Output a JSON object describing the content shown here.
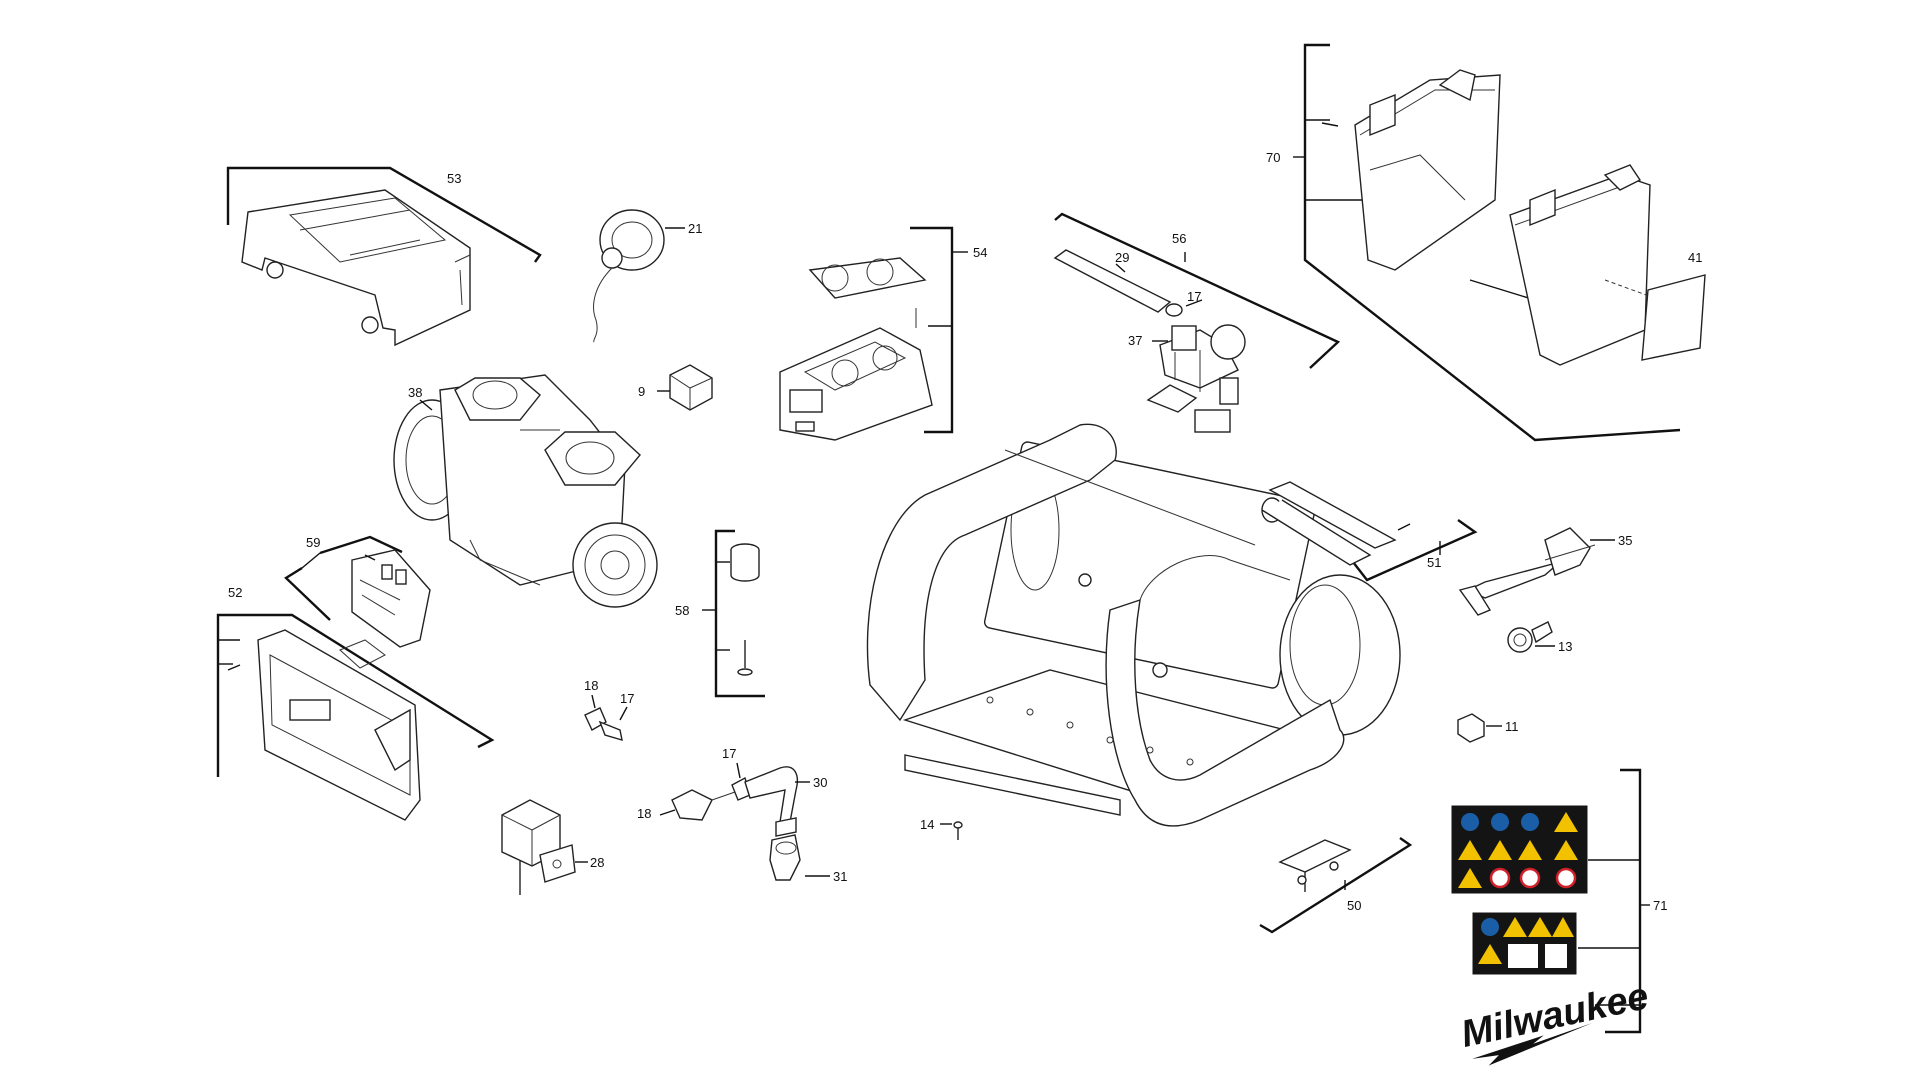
{
  "callouts": {
    "c53": "53",
    "c21": "21",
    "c54": "54",
    "c56": "56",
    "c29": "29",
    "c17a": "17",
    "c37": "37",
    "c70": "70",
    "c41": "41",
    "c9": "9",
    "c38": "38",
    "c59": "59",
    "c52": "52",
    "c58": "58",
    "c51": "51",
    "c35": "35",
    "c13": "13",
    "c11": "11",
    "c18a": "18",
    "c17b": "17",
    "c17c": "17",
    "c30": "30",
    "c18b": "18",
    "c14": "14",
    "c28": "28",
    "c31": "31",
    "c50": "50",
    "c71": "71"
  },
  "brand": {
    "logo_text": "Milwaukee"
  },
  "colors": {
    "line": "#111111",
    "label_yellow": "#f2c200",
    "label_blue": "#1a5ea8",
    "label_dark": "#141414",
    "label_red": "#d0202a"
  }
}
